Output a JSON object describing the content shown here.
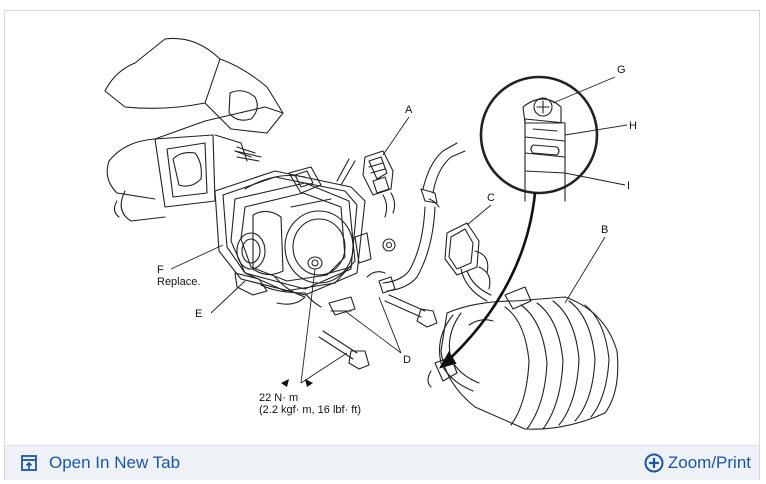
{
  "diagram": {
    "callouts": {
      "A": "A",
      "B": "B",
      "C": "C",
      "D": "D",
      "E": "E",
      "F": "F",
      "G": "G",
      "H": "H",
      "I": "I"
    },
    "replace_note": "Replace.",
    "torque_line1": "22 N· m",
    "torque_line2": "(2.2 kgf· m, 16 lbf· ft)"
  },
  "footer": {
    "open_new_tab": "Open In New Tab",
    "zoom_print": "Zoom/Print",
    "open_icon": "open-in-new-tab-icon",
    "zoom_icon": "zoom-plus-icon",
    "link_color": "#1a56a8"
  }
}
